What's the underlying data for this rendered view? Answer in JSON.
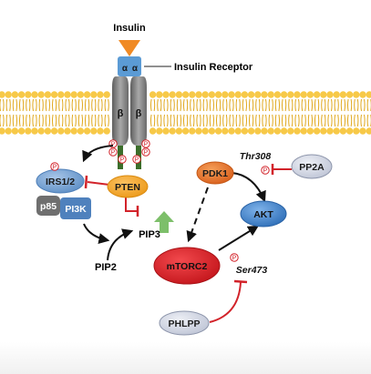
{
  "labels": {
    "insulin": "Insulin",
    "insulin_receptor": "Insulin Receptor",
    "alpha_left": "α",
    "alpha_right": "α",
    "beta_left": "β",
    "beta_right": "β",
    "thr308": "Thr308",
    "ser473": "Ser473",
    "pip2": "PIP2",
    "pip3": "PIP3",
    "phospho": "P"
  },
  "nodes": {
    "irs": "IRS1/2",
    "p85": "p85",
    "pi3k": "PI3K",
    "pten": "PTEN",
    "pdk1": "PDK1",
    "pp2a": "PP2A",
    "akt": "AKT",
    "mtorc2": "mTORC2",
    "phlpp": "PHLPP"
  },
  "colors": {
    "membrane_head": "#f7c948",
    "membrane_tail": "#e0a81e",
    "receptor": "#8c8c8c",
    "insulin": "#f08a24",
    "alpha_box": "#5b9bd5",
    "irs": "#7aa7d6",
    "p85": "#6f6f6f",
    "pi3k": "#4f81bd",
    "pten": "#f5a623",
    "pdk1": "#e8702a",
    "pp2a": "#d6dbe8",
    "akt": "#4a90d9",
    "mtorc2": "#e31e24",
    "phlpp": "#d6dbe8",
    "inhibit": "#d2232a",
    "up_arrow": "#7dbf6a",
    "phospho": "#d2232a"
  }
}
